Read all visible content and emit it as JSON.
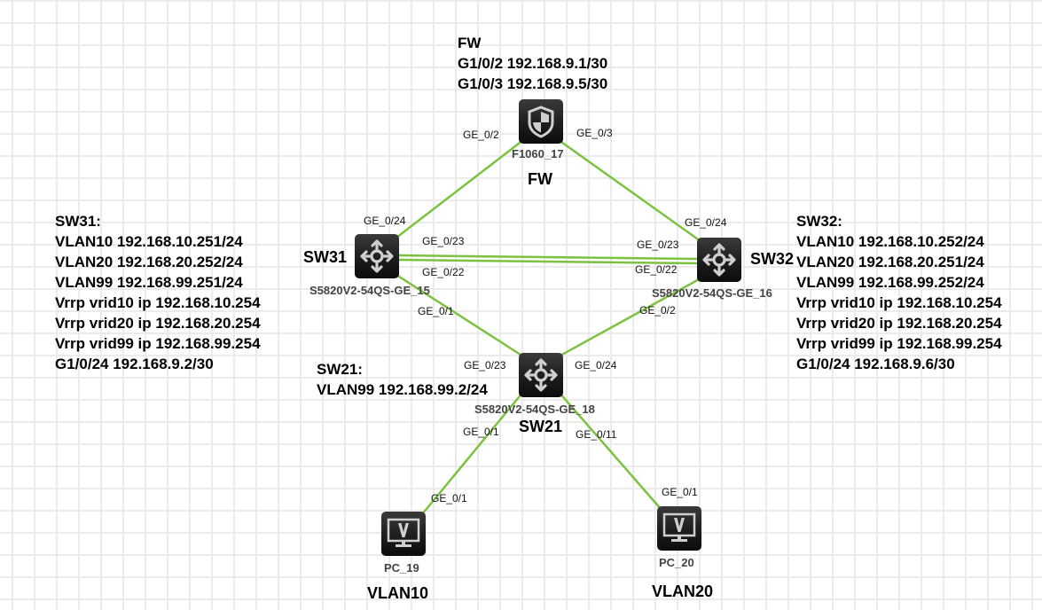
{
  "colors": {
    "link": "#7cc240",
    "device_bg": "#1d1d1d",
    "grid": "#ebebeb"
  },
  "devices": {
    "fw": {
      "model": "F1060_17",
      "name": "FW",
      "icon": "firewall-shield-icon"
    },
    "sw31": {
      "model": "S5820V2-54QS-GE_15",
      "name": "SW31",
      "icon": "switch-arrows-icon"
    },
    "sw32": {
      "model": "S5820V2-54QS-GE_16",
      "name": "SW32",
      "icon": "switch-arrows-icon"
    },
    "sw21": {
      "model": "S5820V2-54QS-GE_18",
      "name": "SW21",
      "icon": "switch-arrows-icon"
    },
    "pc19": {
      "model": "PC_19",
      "name": "VLAN10",
      "icon": "pc-monitor-icon"
    },
    "pc20": {
      "model": "PC_20",
      "name": "VLAN20",
      "icon": "pc-monitor-icon"
    }
  },
  "links": [
    {
      "from": "fw",
      "from_port": "GE_0/2",
      "to": "sw31",
      "to_port": "GE_0/24"
    },
    {
      "from": "fw",
      "from_port": "GE_0/3",
      "to": "sw32",
      "to_port": "GE_0/24"
    },
    {
      "from": "sw31",
      "from_port": "GE_0/23",
      "to": "sw32",
      "to_port": "GE_0/23"
    },
    {
      "from": "sw31",
      "from_port": "GE_0/22",
      "to": "sw32",
      "to_port": "GE_0/22"
    },
    {
      "from": "sw31",
      "from_port": "GE_0/1",
      "to": "sw21",
      "to_port": "GE_0/23"
    },
    {
      "from": "sw32",
      "from_port": "GE_0/2",
      "to": "sw21",
      "to_port": "GE_0/24"
    },
    {
      "from": "sw21",
      "from_port": "GE_0/1",
      "to": "pc19",
      "to_port": "GE_0/1"
    },
    {
      "from": "sw21",
      "from_port": "GE_0/11",
      "to": "pc20",
      "to_port": "GE_0/1"
    }
  ],
  "notes": {
    "fw": [
      "FW",
      "G1/0/2 192.168.9.1/30",
      "G1/0/3 192.168.9.5/30"
    ],
    "sw31": [
      "SW31:",
      "VLAN10 192.168.10.251/24",
      "VLAN20 192.168.20.252/24",
      "VLAN99 192.168.99.251/24",
      "Vrrp vrid10 ip 192.168.10.254",
      "Vrrp vrid20 ip 192.168.20.254",
      "Vrrp vrid99 ip 192.168.99.254",
      "G1/0/24 192.168.9.2/30"
    ],
    "sw32": [
      "SW32:",
      "VLAN10 192.168.10.252/24",
      "VLAN20 192.168.20.251/24",
      "VLAN99 192.168.99.252/24",
      "Vrrp vrid10 ip 192.168.10.254",
      "Vrrp vrid20 ip 192.168.20.254",
      "Vrrp vrid99 ip 192.168.99.254",
      "G1/0/24 192.168.9.6/30"
    ],
    "sw21": [
      "SW21:",
      "VLAN99 192.168.99.2/24"
    ]
  }
}
